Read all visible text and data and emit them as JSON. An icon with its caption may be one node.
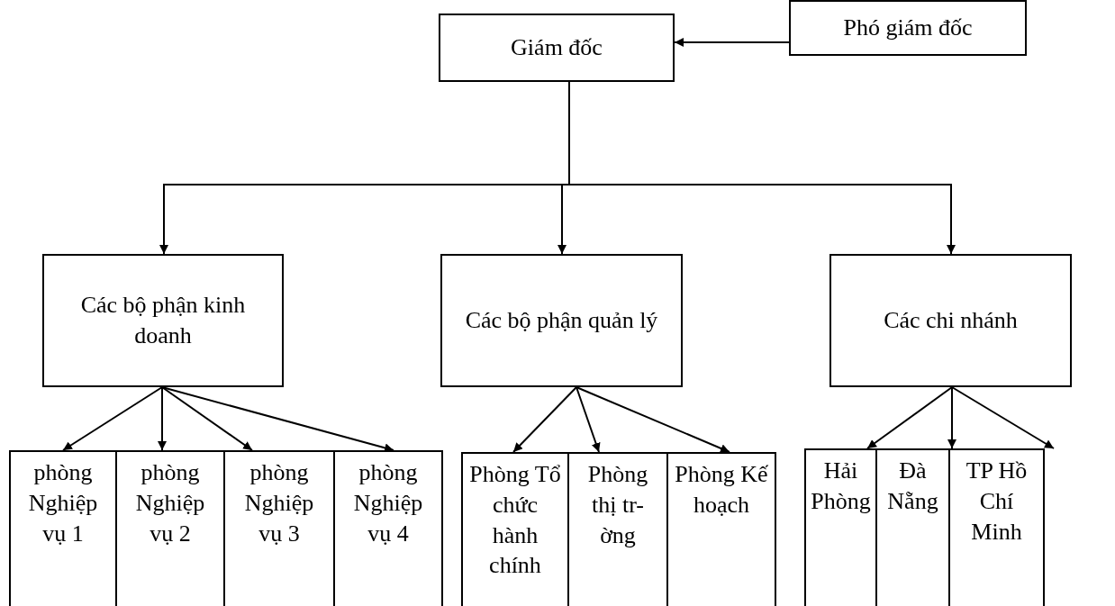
{
  "diagram": {
    "nodes": [
      {
        "text": [
          "Giám đốc"
        ]
      },
      {
        "text": [
          "Phó giám đốc"
        ]
      },
      {
        "text": [
          "Các bộ phận kinh doanh"
        ]
      },
      {
        "text": [
          "Các bộ phận quản lý"
        ]
      },
      {
        "text": [
          "Các chi nhánh"
        ]
      },
      {
        "text": [
          "phòng Nghiệp vụ 1"
        ]
      },
      {
        "text": [
          "phòng Nghiệp vụ 2"
        ]
      },
      {
        "text": [
          "phòng Nghiệp vụ 3"
        ]
      },
      {
        "text": [
          "phòng Nghiệp vụ 4"
        ]
      },
      {
        "text": [
          "Phòng Tổ chức hành chính"
        ]
      },
      {
        "text": [
          "Phòng thị tr- ờng"
        ]
      },
      {
        "text": [
          "Phòng Kế hoạch"
        ]
      },
      {
        "text": [
          "Hải Phòng"
        ]
      },
      {
        "text": [
          "Đà Nẵng"
        ]
      },
      {
        "text": [
          "TP Hồ Chí Minh"
        ]
      }
    ],
    "edges": [
      {
        "from": 1,
        "to": 0,
        "arrow": "to"
      },
      {
        "from": 0,
        "to": 2,
        "arrow": "to"
      },
      {
        "from": 0,
        "to": 3,
        "arrow": "to"
      },
      {
        "from": 0,
        "to": 4,
        "arrow": "to"
      },
      {
        "from": 2,
        "to": 5,
        "arrow": "to"
      },
      {
        "from": 2,
        "to": 6,
        "arrow": "to"
      },
      {
        "from": 2,
        "to": 7,
        "arrow": "to"
      },
      {
        "from": 2,
        "to": 8,
        "arrow": "to"
      },
      {
        "from": 3,
        "to": 9,
        "arrow": "to"
      },
      {
        "from": 3,
        "to": 10,
        "arrow": "to"
      },
      {
        "from": 3,
        "to": 11,
        "arrow": "to"
      },
      {
        "from": 4,
        "to": 12,
        "arrow": "to"
      },
      {
        "from": 4,
        "to": 13,
        "arrow": "to"
      },
      {
        "from": 4,
        "to": 14,
        "arrow": "to"
      }
    ]
  }
}
